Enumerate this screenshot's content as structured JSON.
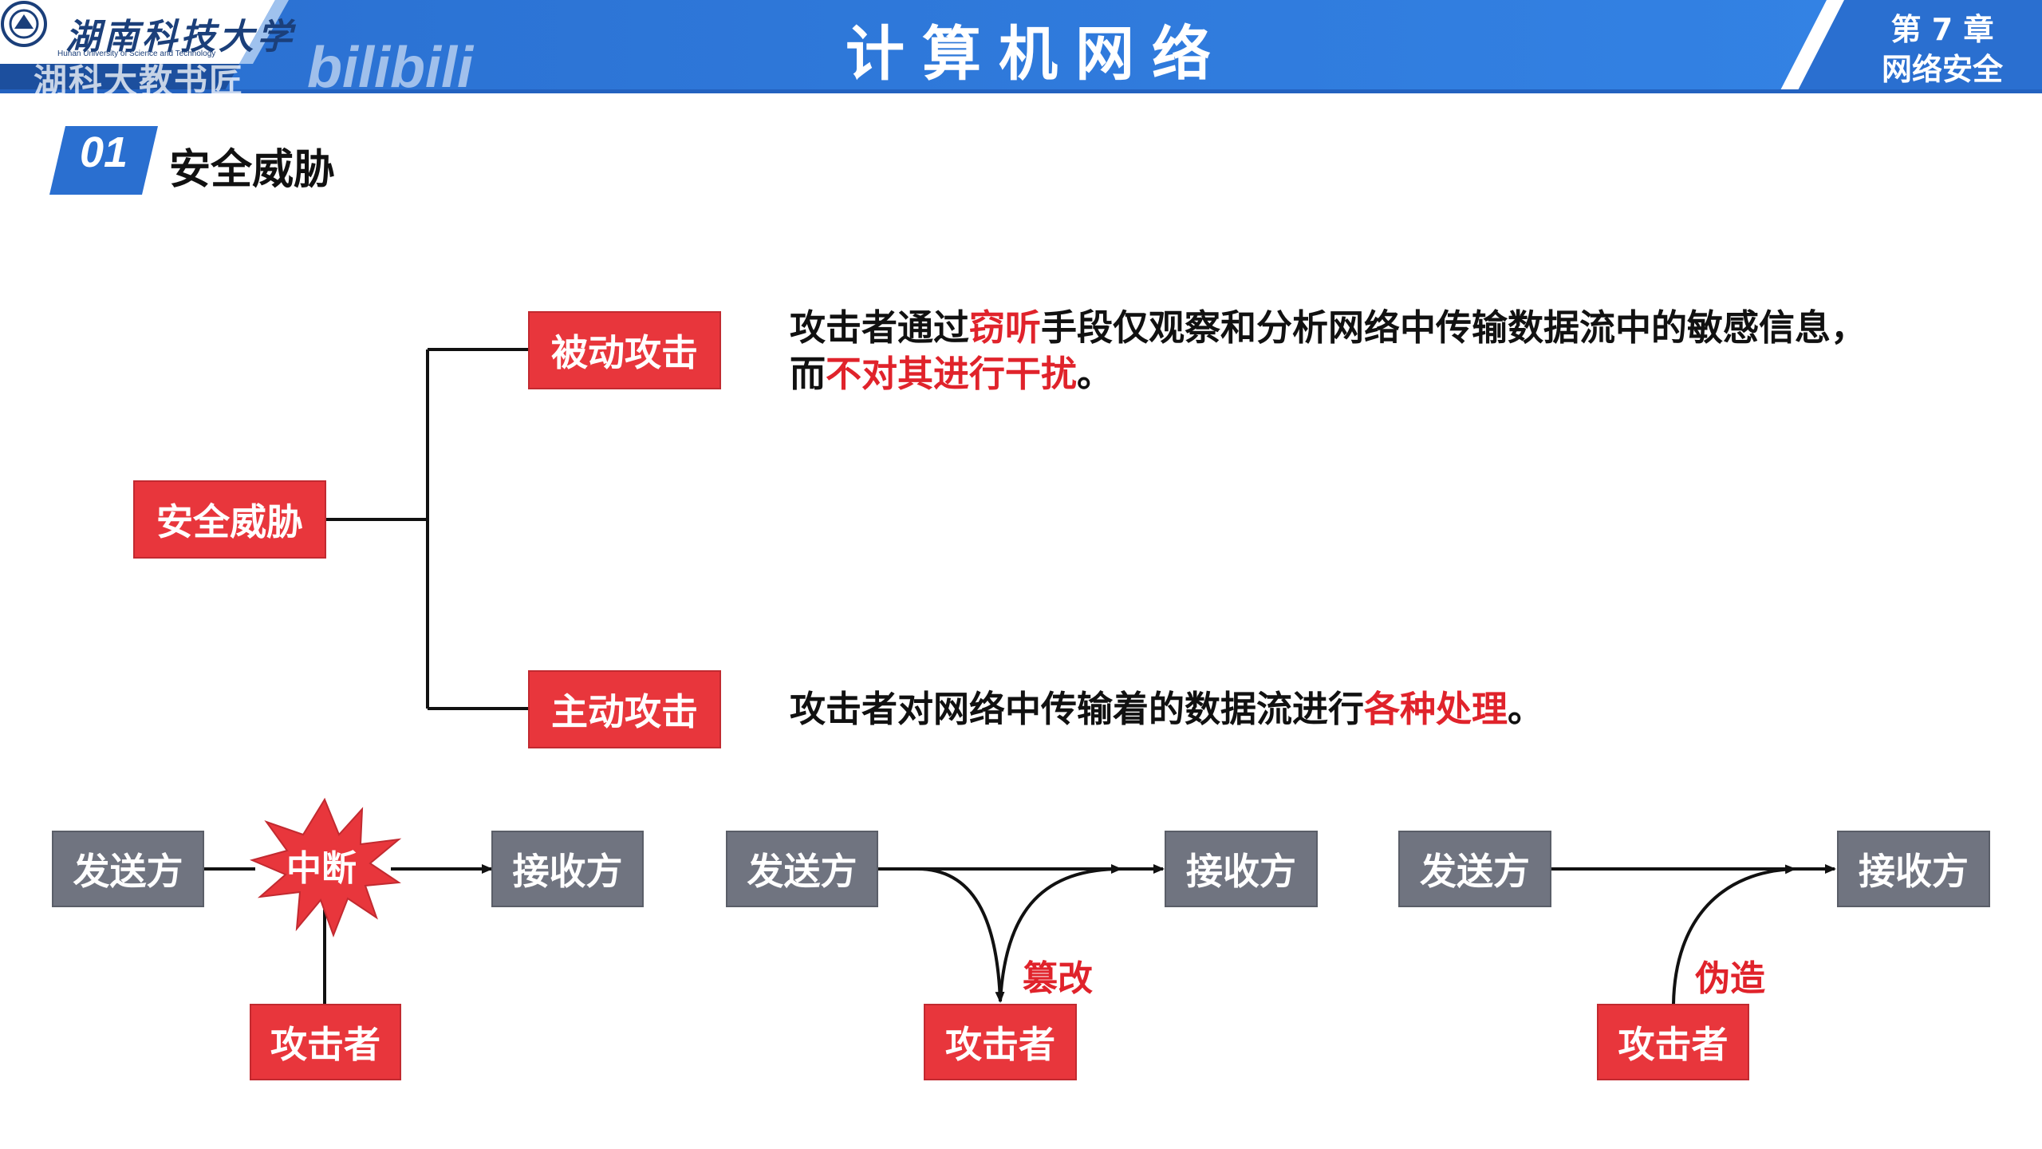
{
  "header": {
    "university_cn": "湖南科技大学",
    "university_en": "Hunan University of Science and Technology",
    "watermark_text": "湖科大教书匠",
    "watermark_logo": "bilibili",
    "course_title": "计算机网络",
    "chapter_line1": "第 7 章",
    "chapter_line2": "网络安全",
    "accent_color": "#2f78d8"
  },
  "section": {
    "number": "01",
    "title": "安全威胁"
  },
  "tree": {
    "root": "安全威胁",
    "passive": {
      "label": "被动攻击",
      "desc_line1_a": "攻击者通过",
      "desc_line1_hl": "窃听",
      "desc_line1_b": "手段仅观察和分析网络中传输数据流中的敏感信息，",
      "desc_line2_a": "而",
      "desc_line2_hl": "不对其进行干扰",
      "desc_line2_b": "。"
    },
    "active": {
      "label": "主动攻击",
      "desc_a": "攻击者对网络中传输着的数据流进行",
      "desc_hl": "各种处理",
      "desc_b": "。"
    }
  },
  "attacks": [
    {
      "sender": "发送方",
      "receiver": "接收方",
      "attacker": "攻击者",
      "type": "中断"
    },
    {
      "sender": "发送方",
      "receiver": "接收方",
      "attacker": "攻击者",
      "type": "篡改"
    },
    {
      "sender": "发送方",
      "receiver": "接收方",
      "attacker": "攻击者",
      "type": "伪造"
    }
  ],
  "colors": {
    "red": "#e8363c",
    "gray": "#707480",
    "highlight": "#e0232b"
  }
}
